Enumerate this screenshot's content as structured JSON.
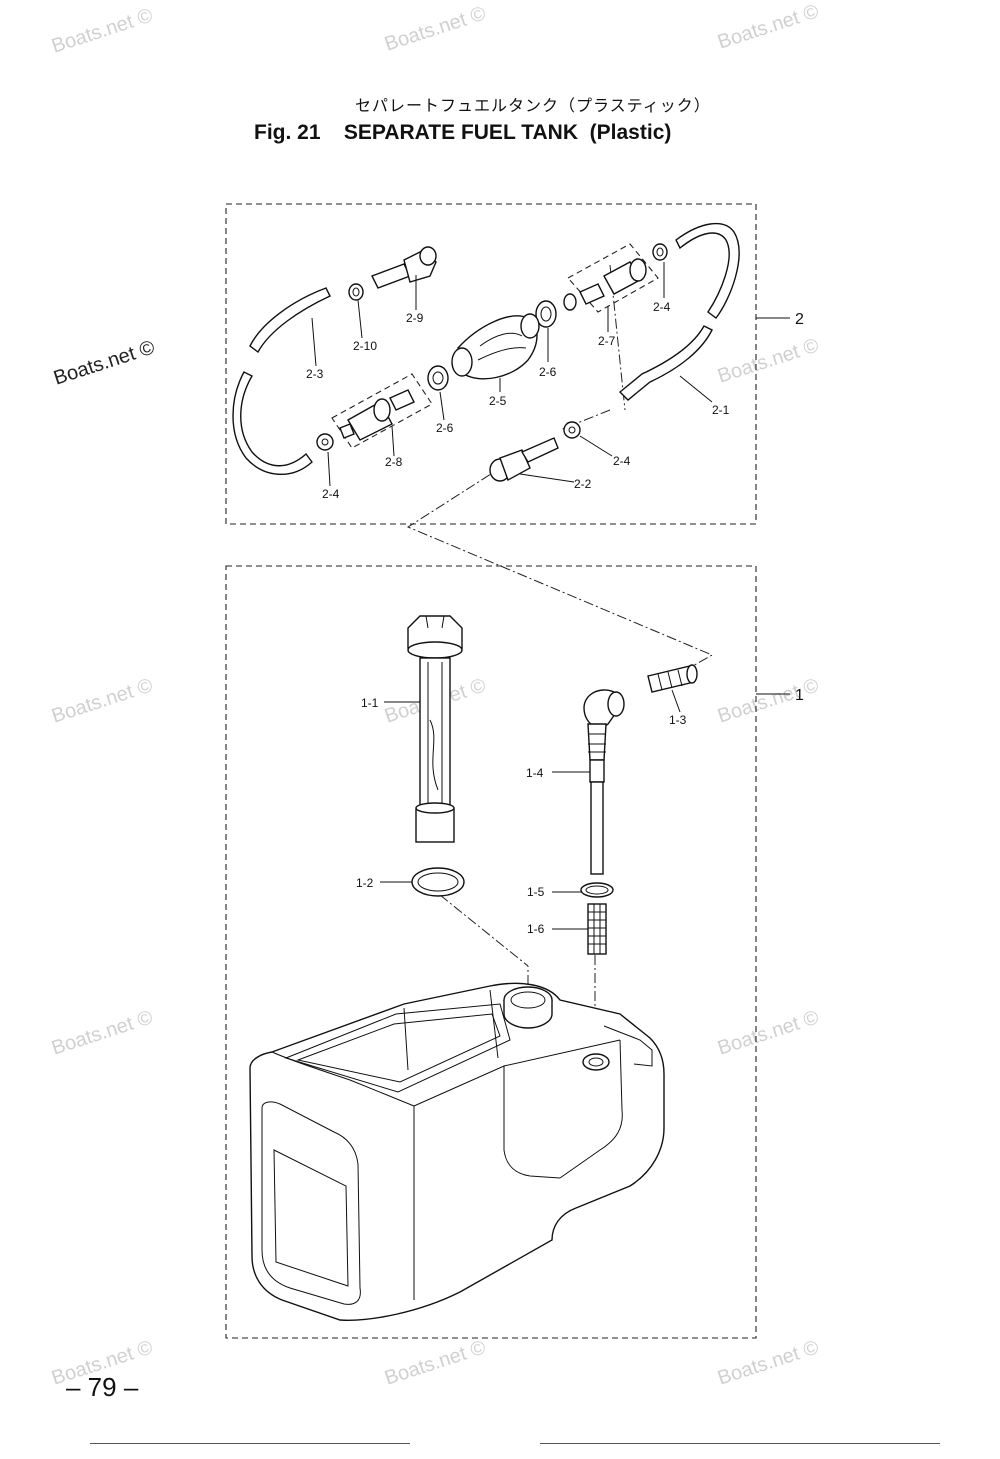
{
  "header": {
    "title_jp": "セパレートフュエルタンク（プラスティック）",
    "fig_label": "Fig. 21",
    "title_en": "SEPARATE FUEL TANK",
    "title_variant": "(Plastic)"
  },
  "watermark": "Boats.net ©",
  "callouts": {
    "group_2": "2",
    "group_1": "1",
    "p2_1": "2-1",
    "p2_2": "2-2",
    "p2_3": "2-3",
    "p2_4a": "2-4",
    "p2_4b": "2-4",
    "p2_4c": "2-4",
    "p2_5": "2-5",
    "p2_6a": "2-6",
    "p2_6b": "2-6",
    "p2_7": "2-7",
    "p2_8": "2-8",
    "p2_9": "2-9",
    "p2_10": "2-10",
    "p1_1": "1-1",
    "p1_2": "1-2",
    "p1_3": "1-3",
    "p1_4": "1-4",
    "p1_5": "1-5",
    "p1_6": "1-6"
  },
  "footer": {
    "page_number": "– 79 –"
  }
}
